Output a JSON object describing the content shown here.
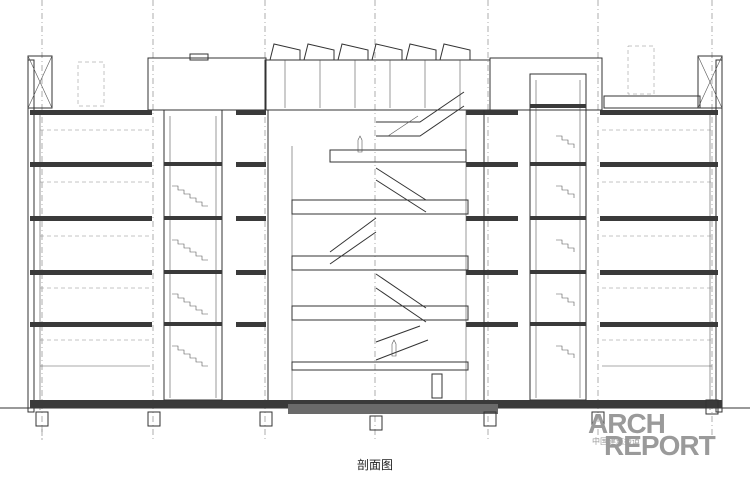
{
  "caption": "剖面图",
  "watermark": {
    "line1": "ARCH",
    "line2": "REPORT",
    "cn": "中国建筑报道"
  },
  "colors": {
    "line": "#333333",
    "slab": "#3a3a3a",
    "watermark": "#9a9a9a"
  }
}
